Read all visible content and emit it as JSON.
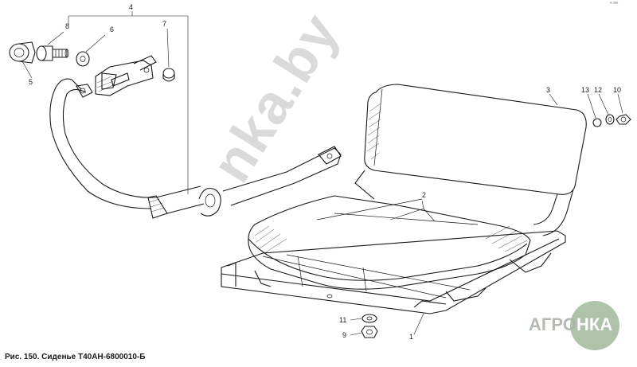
{
  "caption": "Рис. 150. Сиденье Т40АН-6800010-Б",
  "watermark": "nkа.by",
  "logo": {
    "left": "АГРО",
    "right": "НКА"
  },
  "corner_mark": "ᵃ ˢᵉᵉ",
  "callouts": {
    "c1": "1",
    "c2": "2",
    "c3": "3",
    "c4": "4",
    "c5": "5",
    "c6": "6",
    "c7": "7",
    "c8": "8",
    "c9": "9",
    "c10": "10",
    "c11": "11",
    "c12": "12",
    "c13": "13"
  }
}
